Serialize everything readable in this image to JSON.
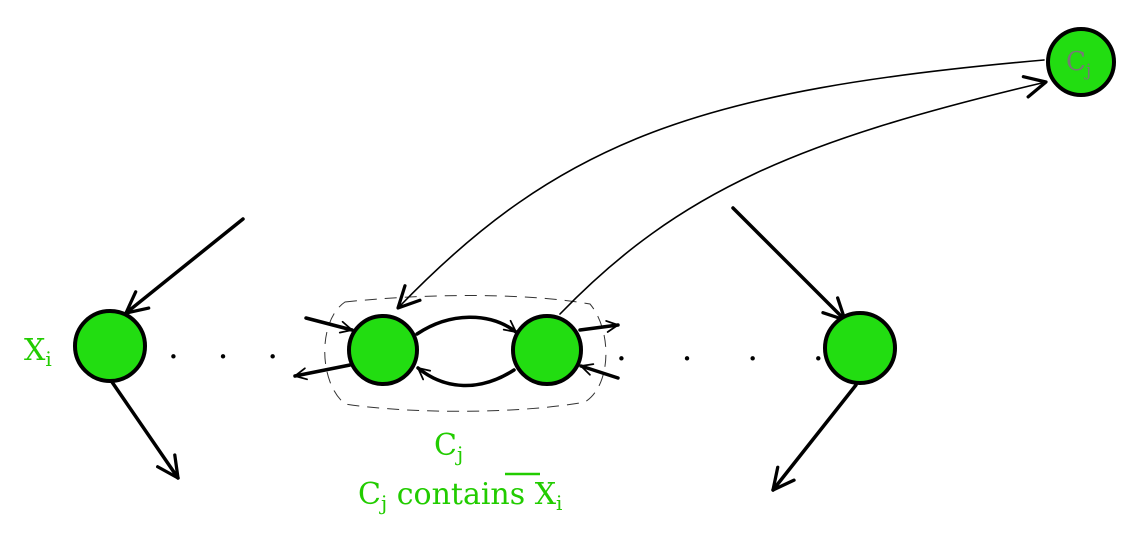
{
  "colors": {
    "node_fill": "#22dd11",
    "node_stroke": "#000000",
    "label_green": "#22cc00",
    "line": "#000000",
    "dashed_outline": "#333333"
  },
  "labels": {
    "xi_left": {
      "main": "X",
      "sub": "i"
    },
    "cj_top_node": {
      "main": "C",
      "sub": "j"
    },
    "cj_group": {
      "main": "C",
      "sub": "j"
    },
    "caption": {
      "c": "C",
      "j": "j",
      "contains": " contains ",
      "x": "X",
      "i": "i"
    }
  },
  "dots": {
    "left_row": ". . .",
    "right_row": ". . . ."
  }
}
